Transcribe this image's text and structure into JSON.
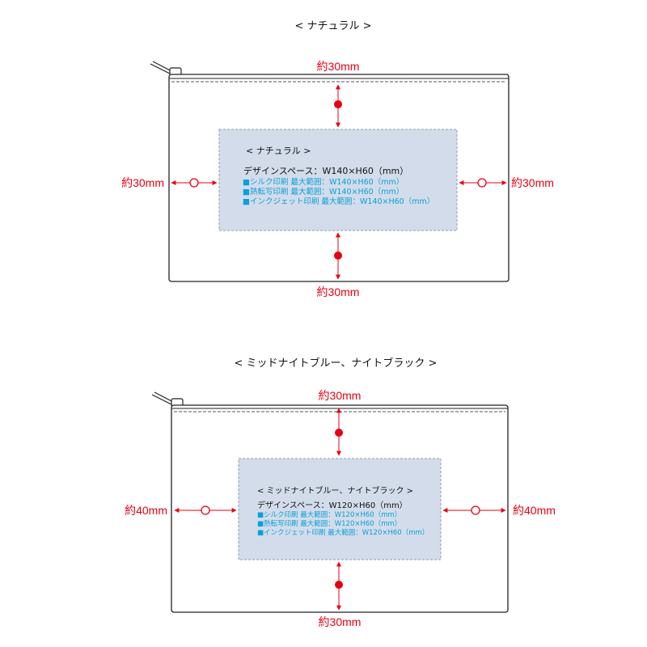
{
  "colors": {
    "dimension": "#e60012",
    "method_text": "#0aa0d8",
    "design_area_fill": "#d3dcea",
    "design_area_border": "#8c9cb3",
    "pouch_outline": "#222222"
  },
  "natural": {
    "section_title": "< ナチュラル >",
    "dims": {
      "top": "約30mm",
      "bottom": "約30mm",
      "left": "約30mm",
      "right": "約30mm"
    },
    "box": {
      "title": "< ナチュラル >",
      "design_space": "デザインスペース：W140×H60（mm）",
      "methods": [
        "■シルク印刷 最大範囲：W140×H60（mm）",
        "■熱転写印刷 最大範囲：W140×H60（mm）",
        "■インクジェット印刷 最大範囲：W140×H60（mm）"
      ]
    }
  },
  "midnight": {
    "section_title": "< ミッドナイトブルー、ナイトブラック >",
    "dims": {
      "top": "約30mm",
      "bottom": "約30mm",
      "left": "約40mm",
      "right": "約40mm"
    },
    "box": {
      "title": "< ミッドナイトブルー、ナイトブラック >",
      "design_space": "デザインスペース：W120×H60（mm）",
      "methods": [
        "■シルク印刷 最大範囲：W120×H60（mm）",
        "■熱転写印刷 最大範囲：W120×H60（mm）",
        "■インクジェット印刷 最大範囲：W120×H60（mm）"
      ]
    }
  }
}
